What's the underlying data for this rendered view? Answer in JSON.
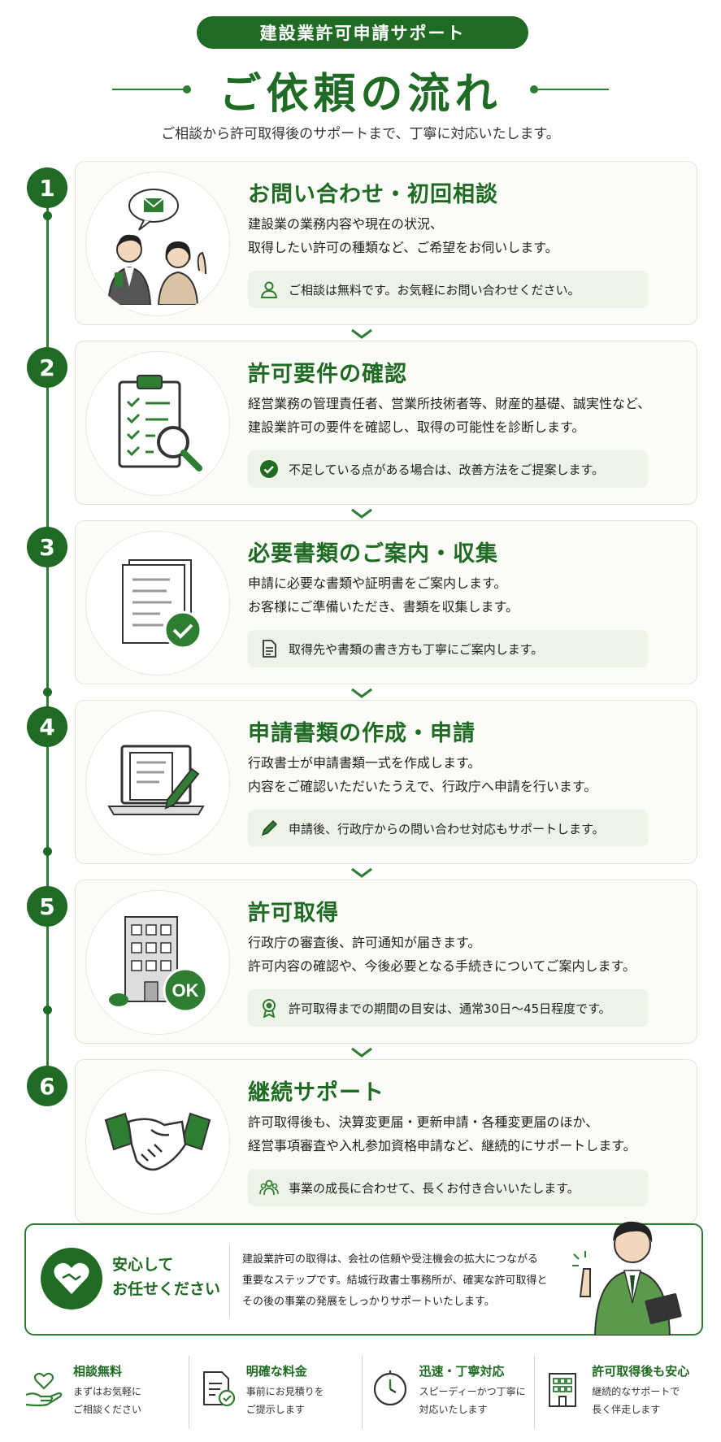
{
  "header": {
    "pill": "建設業許可申請サポート",
    "title": "ご依頼の流れ",
    "subtitle": "ご相談から許可取得後のサポートまで、丁寧に対応いたします。"
  },
  "steps": [
    {
      "number": "1",
      "title": "お問い合わせ・初回相談",
      "desc": [
        "建設業の業務内容や現在の状況、",
        "取得したい許可の種類など、ご希望をお伺いします。"
      ],
      "note": "ご相談は無料です。お気軽にお問い合わせください。",
      "note_icon": "person-icon",
      "illustration": "consultation-people-illustration"
    },
    {
      "number": "2",
      "title": "許可要件の確認",
      "desc": [
        "経営業務の管理責任者、営業所技術者等、財産的基礎、誠実性など、",
        "建設業許可の要件を確認し、取得の可能性を診断します。"
      ],
      "note": "不足している点がある場合は、改善方法をご提案します。",
      "note_icon": "check-circle-icon",
      "illustration": "clipboard-magnifier-illustration"
    },
    {
      "number": "3",
      "title": "必要書類のご案内・収集",
      "desc": [
        "申請に必要な書類や証明書をご案内します。",
        "お客様にご準備いただき、書類を収集します。"
      ],
      "note": "取得先や書類の書き方も丁寧にご案内します。",
      "note_icon": "document-icon",
      "illustration": "documents-check-illustration"
    },
    {
      "number": "4",
      "title": "申請書類の作成・申請",
      "desc": [
        "行政書士が申請書類一式を作成します。",
        "内容をご確認いただいたうえで、行政庁へ申請を行います。"
      ],
      "note": "申請後、行政庁からの問い合わせ対応もサポートします。",
      "note_icon": "pencil-icon",
      "illustration": "laptop-pen-illustration"
    },
    {
      "number": "5",
      "title": "許可取得",
      "desc": [
        "行政庁の審査後、許可通知が届きます。",
        "許可内容の確認や、今後必要となる手続きについてご案内します。"
      ],
      "note": "許可取得までの期間の目安は、通常30日〜45日程度です。",
      "note_icon": "award-icon",
      "illustration": "building-ok-illustration",
      "badge": "OK"
    },
    {
      "number": "6",
      "title": "継続サポート",
      "desc": [
        "許可取得後も、決算変更届・更新申請・各種変更届のほか、",
        "経営事項審査や入札参加資格申請など、継続的にサポートします。"
      ],
      "note": "事業の成長に合わせて、長くお付き合いいたします。",
      "note_icon": "people-icon",
      "illustration": "handshake-illustration"
    }
  ],
  "reassure": {
    "title_lines": [
      "安心して",
      "お任せください"
    ],
    "text_lines": [
      "建設業許可の取得は、会社の信頼や受注機会の拡大につながる",
      "重要なステップです。結城行政書士事務所が、確実な許可取得と",
      "その後の事業の発展をしっかりサポートいたします。"
    ],
    "icon": "heart-handshake-icon"
  },
  "features": [
    {
      "title": "相談無料",
      "desc": [
        "まずはお気軽に",
        "ご相談ください"
      ],
      "icon": "heart-hand-icon"
    },
    {
      "title": "明確な料金",
      "desc": [
        "事前にお見積りを",
        "ご提示します"
      ],
      "icon": "invoice-check-icon"
    },
    {
      "title": "迅速・丁寧対応",
      "desc": [
        "スピーディーかつ丁寧に",
        "対応いたします"
      ],
      "icon": "clock-icon"
    },
    {
      "title": "許可取得後も安心",
      "desc": [
        "継続的なサポートで",
        "長く伴走します"
      ],
      "icon": "building-icon"
    }
  ],
  "colors": {
    "primary": "#1f6b23",
    "accent": "#2e7d32",
    "note_bg": "#eef3e7",
    "card_bg": "#fbfcf8"
  }
}
